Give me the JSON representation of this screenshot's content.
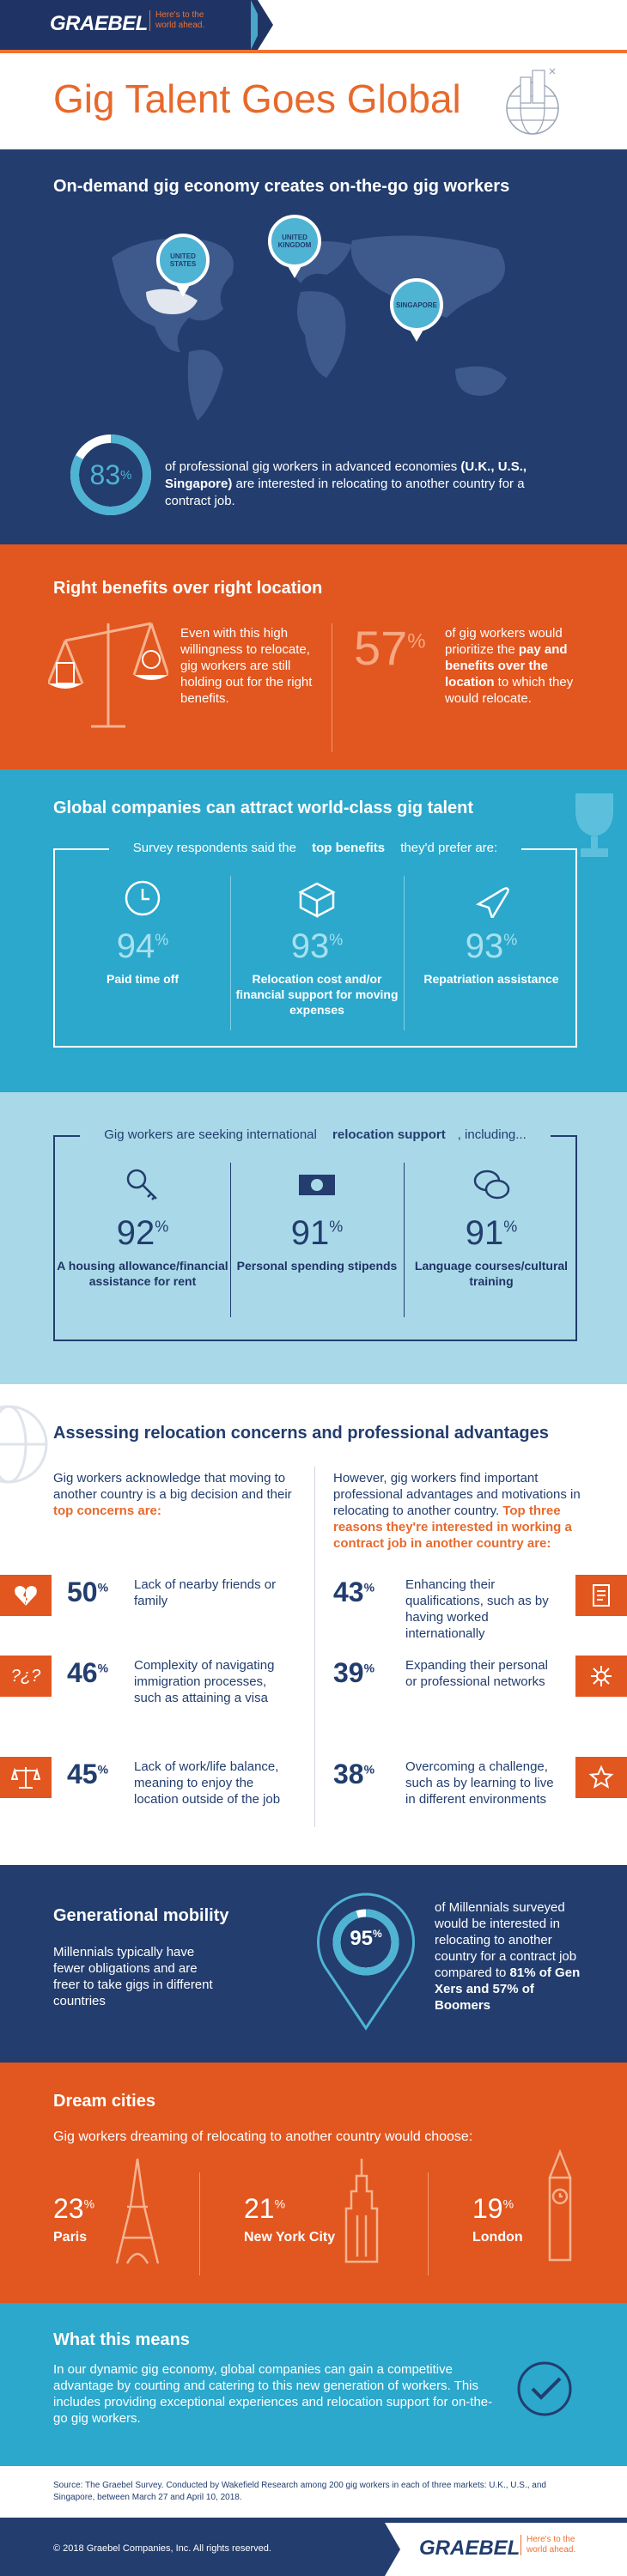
{
  "header": {
    "logo": "GRAEBEL",
    "tagline": "Here's to the world ahead.",
    "title": "Gig Talent Goes Global"
  },
  "s1": {
    "heading": "On-demand gig economy creates on-the-go gig workers",
    "pins": [
      "UNITED STATES",
      "UNITED KINGDOM",
      "SINGAPORE"
    ],
    "pct": "83",
    "pct_sym": "%",
    "pct_value": 83,
    "text_a": "of professional gig workers in advanced economies ",
    "text_b": "(U.K., U.S., Singapore)",
    "text_c": " are interested in relocating to another country for a contract job."
  },
  "s2": {
    "heading": "Right benefits over right location",
    "left": "Even with this high willingness to relocate, gig workers are still holding out for the right benefits.",
    "pct": "57",
    "pct_sym": "%",
    "r_a": "of gig workers would prioritize the ",
    "r_b": "pay and benefits over the location",
    "r_c": " to which they would relocate."
  },
  "s3": {
    "heading": "Global companies can attract world-class gig talent",
    "lbl_a": "Survey respondents said the ",
    "lbl_b": "top benefits",
    "lbl_c": " they'd prefer are:",
    "items": [
      {
        "pct": "94",
        "label": "Paid time off",
        "icon": "clock-icon"
      },
      {
        "pct": "93",
        "label": "Relocation cost and/or financial support for moving expenses",
        "icon": "box-icon"
      },
      {
        "pct": "93",
        "label": "Repatriation assistance",
        "icon": "plane-icon"
      }
    ],
    "sym": "%"
  },
  "s4": {
    "lbl_a": "Gig workers are seeking international ",
    "lbl_b": "relocation support",
    "lbl_c": ", including...",
    "items": [
      {
        "pct": "92",
        "label": "A housing allowance/financial assistance for rent",
        "icon": "key-icon"
      },
      {
        "pct": "91",
        "label": "Personal spending stipends",
        "icon": "money-icon"
      },
      {
        "pct": "91",
        "label": "Language courses/cultural training",
        "icon": "chat-icon"
      }
    ],
    "sym": "%"
  },
  "s5": {
    "heading": "Assessing relocation concerns and professional advantages",
    "left_a": "Gig workers acknowledge that moving to another country is a big decision and their ",
    "left_b": "top concerns are:",
    "right_a": "However, gig workers find important professional advantages and motivations in relocating to another country. ",
    "right_b": "Top three reasons they're interested in working a contract job in another country are:",
    "concerns": [
      {
        "pct": "50",
        "text": "Lack of nearby friends or family",
        "icon": "broken-heart-icon"
      },
      {
        "pct": "46",
        "text": "Complexity of navigating immigration processes, such as attaining a visa",
        "icon": "question-icon"
      },
      {
        "pct": "45",
        "text": "Lack of work/life balance, meaning to enjoy the location outside of the job",
        "icon": "scales-icon"
      }
    ],
    "reasons": [
      {
        "pct": "43",
        "text": "Enhancing their qualifications, such as by having worked internationally",
        "icon": "document-icon"
      },
      {
        "pct": "39",
        "text": "Expanding their personal or professional networks",
        "icon": "network-icon"
      },
      {
        "pct": "38",
        "text": "Overcoming a challenge, such as by learning to live in different environments",
        "icon": "star-icon"
      }
    ],
    "sym": "%"
  },
  "s6": {
    "heading": "Generational mobility",
    "text": "Millennials typically have fewer obligations and are freer to take gigs in different countries",
    "pct": "95",
    "pct_sym": "%",
    "pct_value": 95,
    "r_a": "of Millennials surveyed would be interested in relocating to another country for a contract job compared to ",
    "r_b": "81% of Gen Xers and 57% of Boomers"
  },
  "s7": {
    "heading": "Dream cities",
    "sub": "Gig workers dreaming of relocating to another country would choose:",
    "cities": [
      {
        "pct": "23",
        "name": "Paris",
        "icon": "eiffel-tower-icon"
      },
      {
        "pct": "21",
        "name": "New York City",
        "icon": "empire-state-icon"
      },
      {
        "pct": "19",
        "name": "London",
        "icon": "big-ben-icon"
      }
    ],
    "sym": "%"
  },
  "s8": {
    "heading": "What this means",
    "text": "In our dynamic gig economy, global companies can gain a competitive advantage by courting and catering to this new generation of workers. This includes providing exceptional experiences and relocation support for on-the-go gig workers."
  },
  "source": "Source: The Graebel Survey. Conducted by Wakefield Research among 200 gig workers in each of three markets: U.K., U.S., and Singapore, between March 27 and April 10, 2018.",
  "footer": {
    "copy": "© 2018 Graebel Companies, Inc. All rights reserved.",
    "logo": "GRAEBEL",
    "tagline": "Here's to the world ahead."
  },
  "colors": {
    "navy": "#223d6e",
    "orange": "#e2561f",
    "teal": "#2ba8cc",
    "light_blue": "#a9d9e8"
  }
}
